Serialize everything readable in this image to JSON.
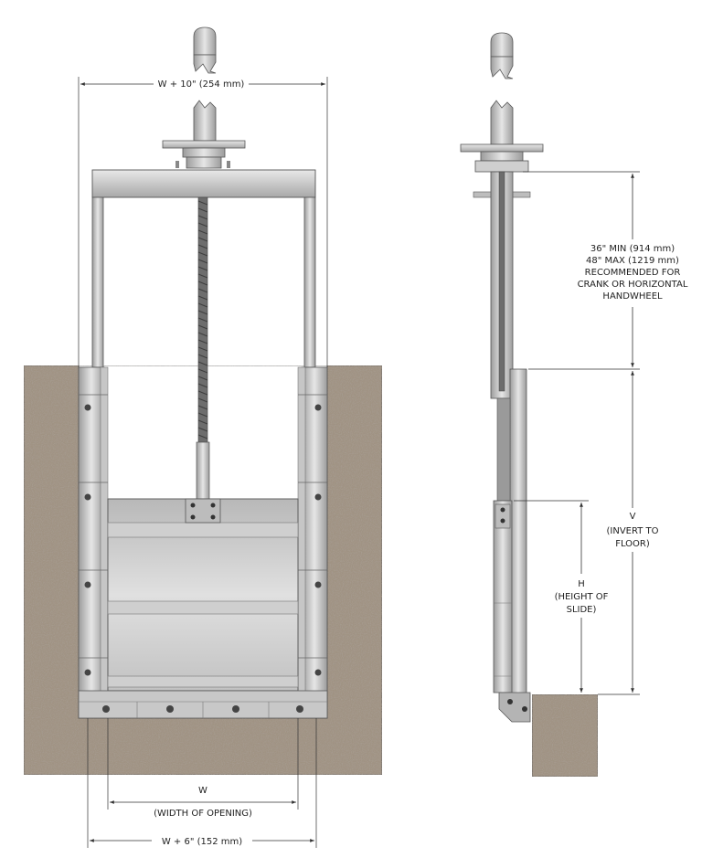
{
  "front_view": {
    "top_width_label": "W + 10\" (254 mm)",
    "opening_width_label": "W",
    "opening_width_sub": "(WIDTH OF OPENING)",
    "bottom_width_label": "W + 6\" (152 mm)"
  },
  "side_view": {
    "stem_label_lines": [
      "36\" MIN (914 mm)",
      "48\" MAX (1219 mm)",
      "RECOMMENDED FOR",
      "CRANK OR HORIZONTAL",
      "HANDWHEEL"
    ],
    "v_label_lines": [
      "V",
      "(INVERT TO",
      "FLOOR)"
    ],
    "h_label_lines": [
      "H",
      "(HEIGHT OF",
      "SLIDE)"
    ]
  },
  "colors": {
    "concrete": "#a09383",
    "steel_light": "#d8d8d8",
    "steel_mid": "#b9b9b9",
    "steel_dark": "#7a7a7a",
    "line": "#333333"
  }
}
